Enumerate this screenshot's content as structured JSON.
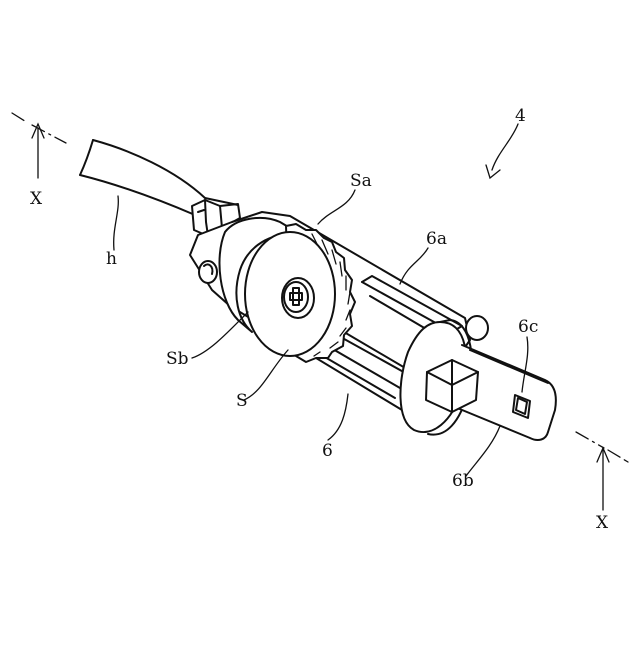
{
  "labels": {
    "assembly": "4",
    "section_top": "X",
    "section_bottom": "X",
    "cable": "h",
    "knob_rim": "Sa",
    "screw_head": "Sb",
    "screw": "S",
    "holder": "6",
    "slot": "6a",
    "tab": "6b",
    "tab_hole": "6c"
  },
  "colors": {
    "line": "#111111",
    "background": "#ffffff"
  }
}
